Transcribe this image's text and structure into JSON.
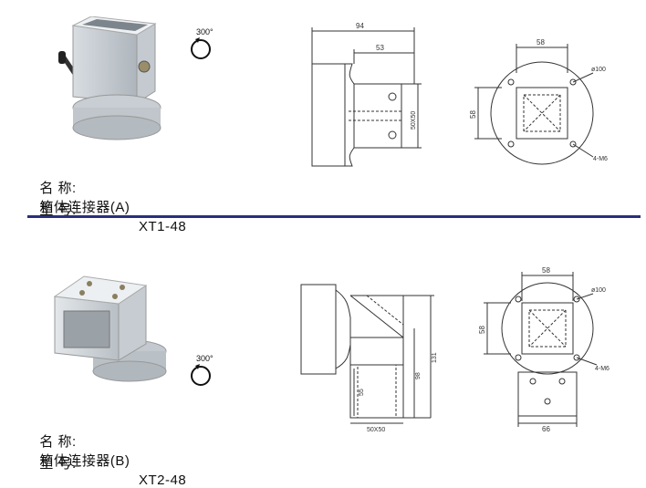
{
  "product_a": {
    "name_label": "名 称:",
    "name_value": "箱体连接器(A)",
    "model_label": "型 号:",
    "model_value": "XT1-48",
    "rotation": "300°"
  },
  "product_b": {
    "name_label": "名 称:",
    "name_value": "箱体连接器(B)",
    "model_label": "型 号:",
    "model_value": "XT2-48",
    "rotation": "300°"
  },
  "drawing_a": {
    "side_width": "94",
    "side_inner_width": "53",
    "side_height": "50X50",
    "top_width": "58",
    "top_height": "58",
    "diameter": "ø100",
    "holes": "4-M6"
  },
  "drawing_b": {
    "top_width": "58",
    "top_height": "58",
    "diameter": "ø100",
    "holes": "4-M6",
    "bottom_width": "66",
    "height_total": "131",
    "height_mid": "98",
    "height_socket": "55",
    "socket_size": "50X50"
  }
}
